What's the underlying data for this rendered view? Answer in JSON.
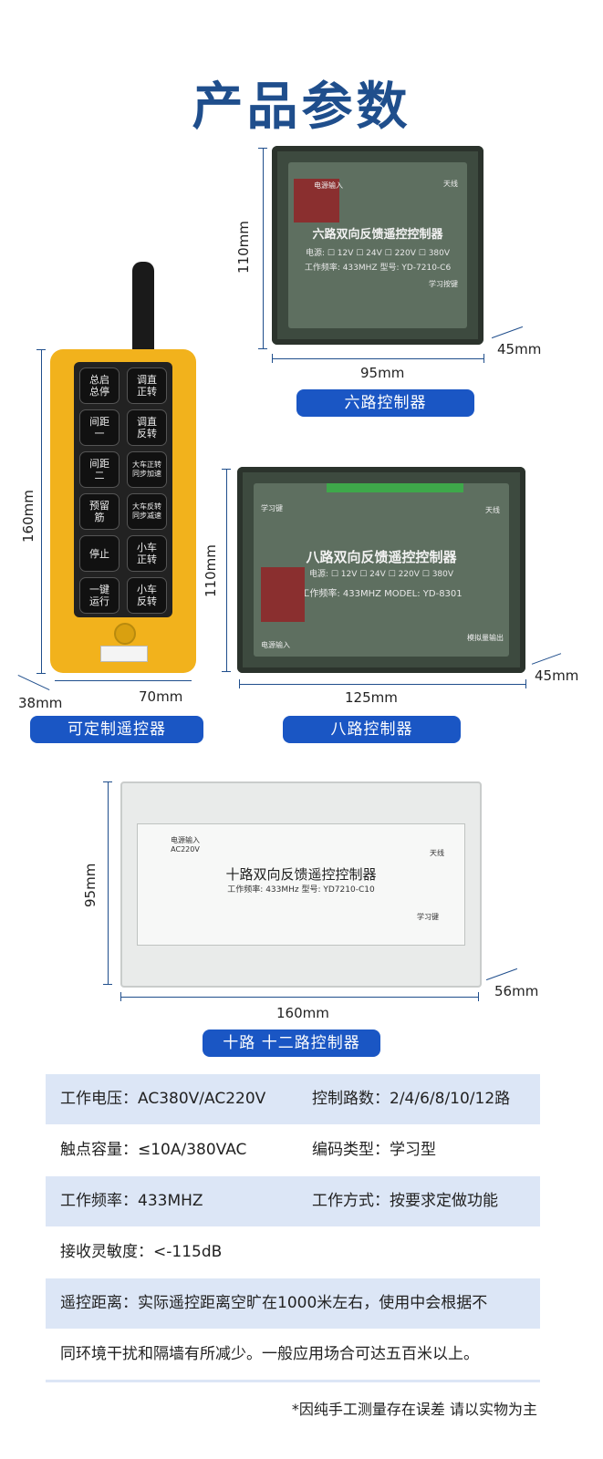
{
  "title": "产品参数",
  "six": {
    "height": "110mm",
    "width": "95mm",
    "depth": "45mm",
    "label": "六路控制器",
    "panel_title": "六路双向反馈遥控控制器",
    "voltage_line": "电源: ☐ 12V ☐ 24V ☐ 220V ☐ 380V",
    "freq_line": "工作频率: 433MHZ    型号: YD-7210-C6",
    "power_in": "电源输入",
    "antenna": "天线",
    "learn": "学习按键"
  },
  "remote": {
    "height": "160mm",
    "width": "70mm",
    "depth": "38mm",
    "label": "可定制遥控器",
    "buttons": [
      "总启\n总停",
      "调直\n正转",
      "间距\n一",
      "调直\n反转",
      "间距\n二",
      "大车正转\n同步加速",
      "预留\n筋",
      "大车反转\n同步减速",
      "停止",
      "小车\n正转",
      "一键\n运行",
      "小车\n反转"
    ]
  },
  "eight": {
    "height": "110mm",
    "width": "125mm",
    "depth": "45mm",
    "label": "八路控制器",
    "panel_title": "八路双向反馈遥控控制器",
    "voltage_line": "电源: ☐ 12V ☐ 24V ☐ 220V ☐ 380V",
    "freq_line": "工作频率: 433MHZ    MODEL: YD-8301",
    "learn": "学习键",
    "antenna": "天线",
    "power_in": "电源输入",
    "analog": "模拟量输出"
  },
  "ten": {
    "height": "95mm",
    "width": "160mm",
    "depth": "56mm",
    "label": "十路 十二路控制器",
    "panel_title": "十路双向反馈遥控控制器",
    "freq_line": "工作频率: 433MHz    型号: YD7210-C10",
    "power_in": "电源输入\nAC220V",
    "antenna": "天线",
    "learn": "学习键"
  },
  "specs": [
    {
      "left": "工作电压：AC380V/AC220V",
      "right": "控制路数：2/4/6/8/10/12路"
    },
    {
      "left": "触点容量：≤10A/380VAC",
      "right": "编码类型：学习型"
    },
    {
      "left": "工作频率：433MHZ",
      "right": "工作方式：按要求定做功能"
    },
    {
      "left": "接收灵敏度：<-115dB",
      "right": ""
    },
    {
      "left": "遥控距离：实际遥控距离空旷在1000米左右，使用中会根据不",
      "right": ""
    },
    {
      "left": "同环境干扰和隔墙有所减少。一般应用场合可达五百米以上。",
      "right": ""
    }
  ],
  "note": "*因纯手工测量存在误差 请以实物为主",
  "colors": {
    "accent": "#1a56c4",
    "title": "#1f4e8c",
    "shade": "#dce6f6",
    "remote": "#f2b21c"
  }
}
